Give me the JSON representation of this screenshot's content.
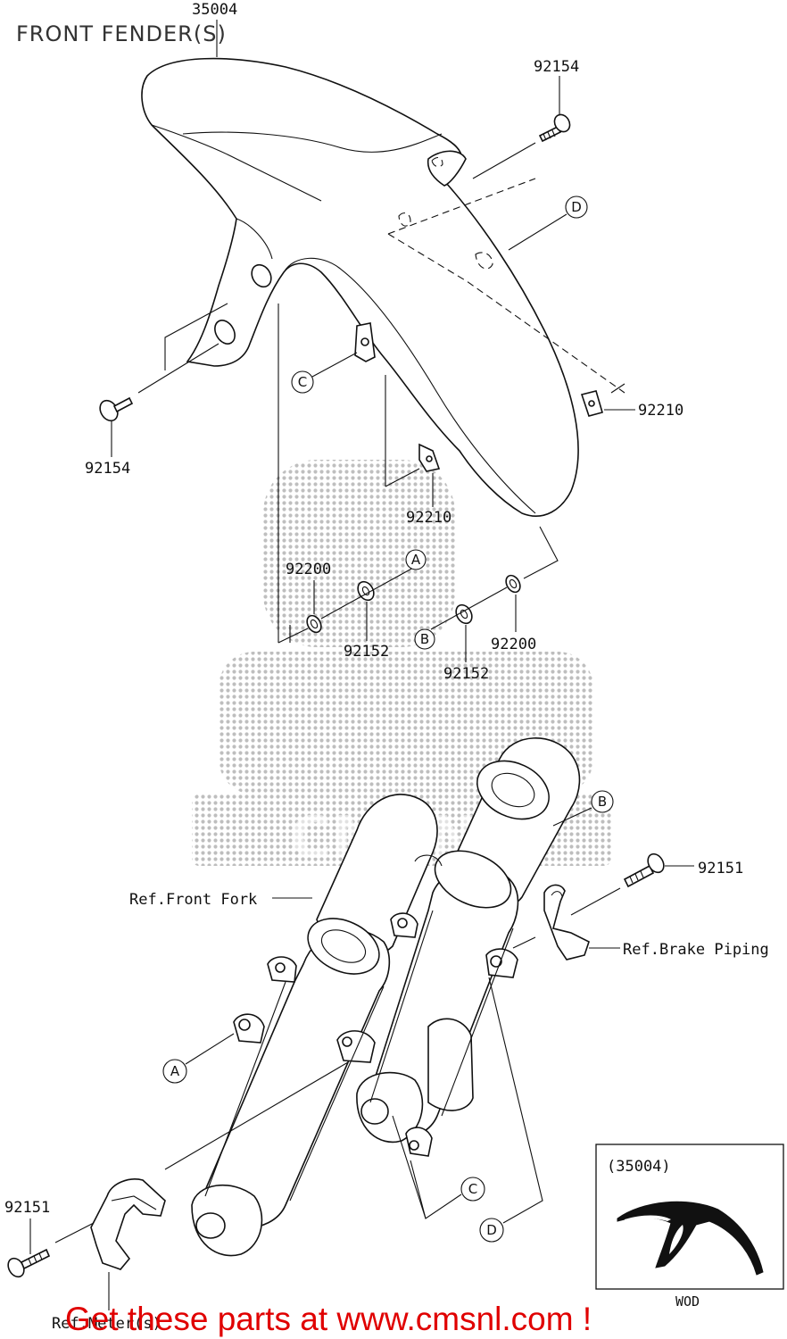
{
  "title": "FRONT FENDER(S)",
  "watermark": "CMSNL",
  "part_numbers": {
    "fender": "35004",
    "screw_top_right": "92154",
    "screw_left": "92154",
    "clip_right": "92210",
    "clip_center": "92210",
    "washer_left": "92200",
    "washer_right": "92200",
    "collar_left": "92152",
    "collar_right": "92152",
    "bolt_right": "92151",
    "bolt_left": "92151"
  },
  "references": {
    "front_fork": "Ref.Front Fork",
    "brake_piping": "Ref.Brake Piping",
    "meter": "Ref.Meter(s)"
  },
  "callouts": {
    "a_upper": "A",
    "a_lower": "A",
    "b_upper": "B",
    "b_lower": "B",
    "c_upper": "C",
    "c_lower": "C",
    "d_upper": "D",
    "d_lower": "D"
  },
  "inset": {
    "part_number": "(35004)",
    "caption": "WOD"
  },
  "promo_text": "Get these parts at www.cmsnl.com !",
  "colors": {
    "line": "#111111",
    "promo": "#e00000",
    "watermark": "#bdbdbd"
  }
}
